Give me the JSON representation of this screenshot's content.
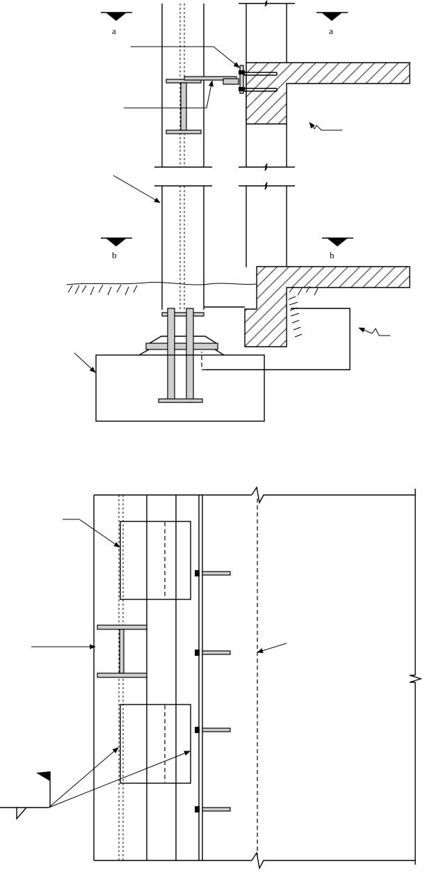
{
  "section_markers": {
    "top_left_label": "a",
    "top_right_label": "a",
    "mid_left_label": "b",
    "mid_right_label": "b"
  },
  "colors": {
    "line": "#000000",
    "steel": "#cfcfcf",
    "background": "#ffffff"
  }
}
